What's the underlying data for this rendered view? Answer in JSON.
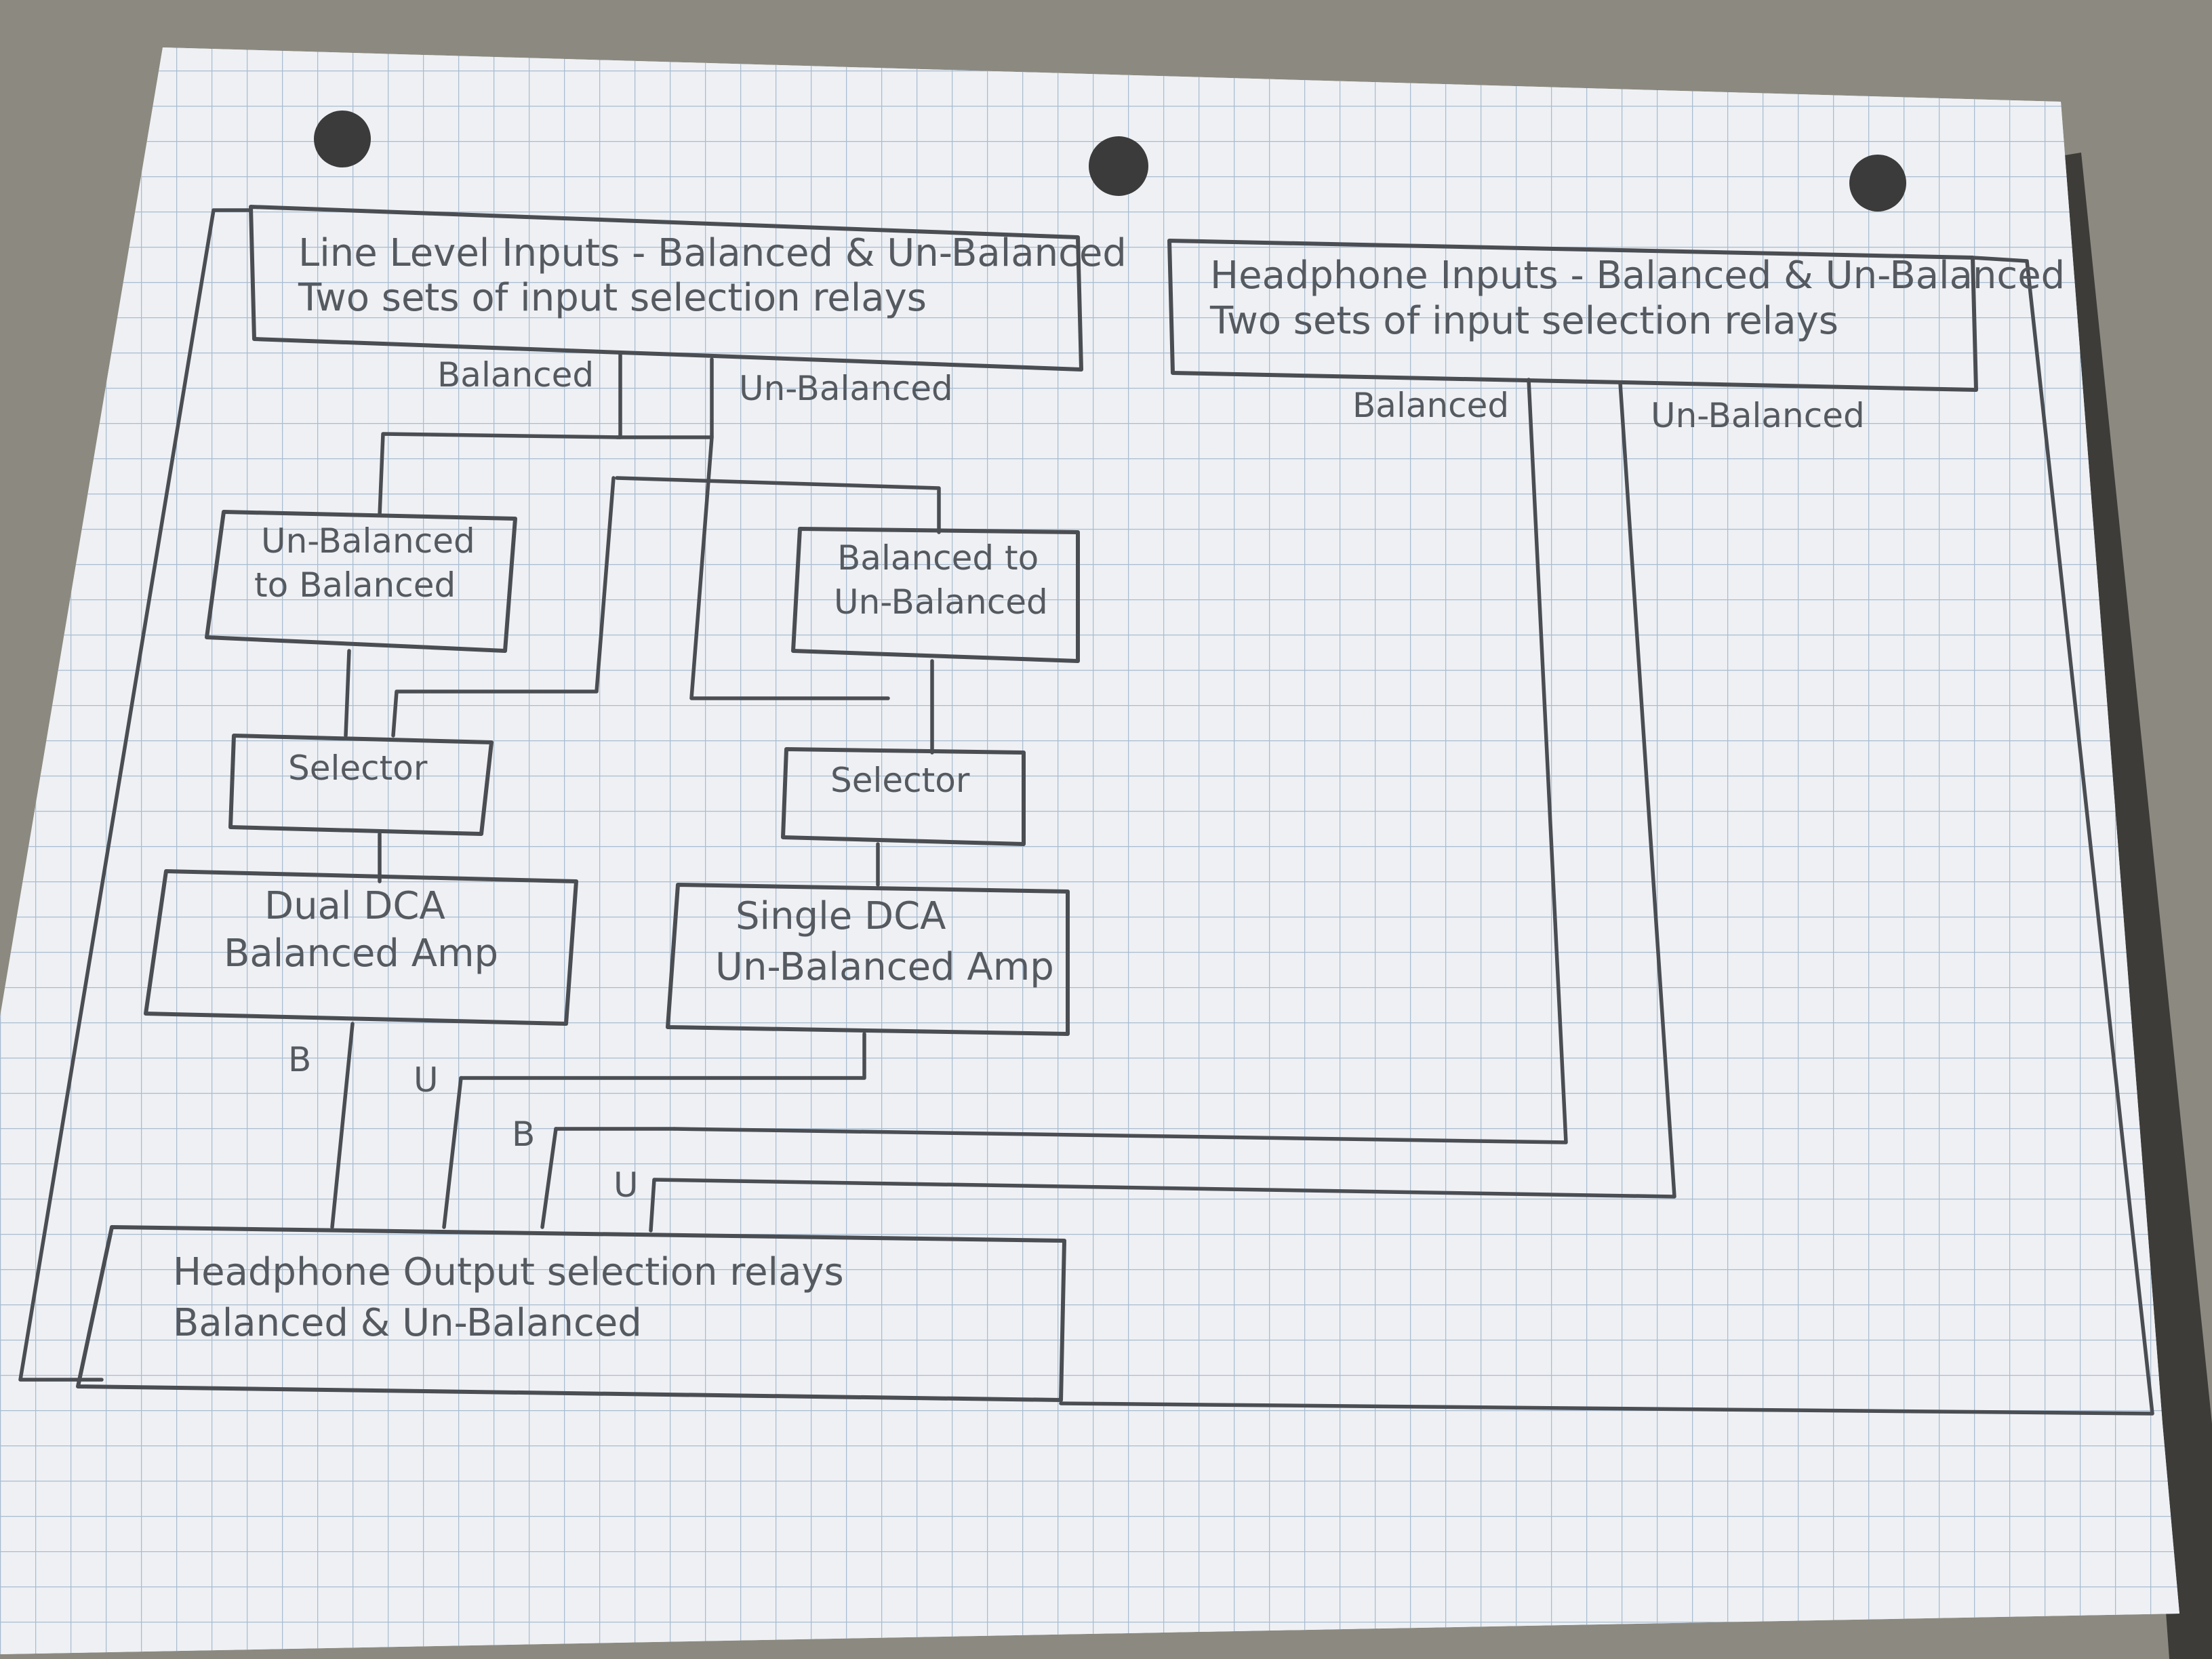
{
  "blocks": {
    "line_inputs": {
      "line1": "Line Level Inputs - Balanced & Un-Balanced",
      "line2": "Two sets of input selection relays"
    },
    "headphone_inputs": {
      "line1": "Headphone Inputs - Balanced & Un-Balanced",
      "line2": "Two sets of input selection relays"
    },
    "unbal_to_bal": {
      "line1": "Un-Balanced",
      "line2": "to Balanced"
    },
    "bal_to_unbal": {
      "line1": "Balanced to",
      "line2": "Un-Balanced"
    },
    "selector_left": {
      "label": "Selector"
    },
    "selector_right": {
      "label": "Selector"
    },
    "dual_dca": {
      "line1": "Dual DCA",
      "line2": "Balanced Amp"
    },
    "single_dca": {
      "line1": "Single DCA",
      "line2": "Un-Balanced Amp"
    },
    "headphone_output": {
      "line1": "Headphone Output selection relays",
      "line2": "Balanced & Un-Balanced"
    }
  },
  "labels": {
    "line_balanced": "Balanced",
    "line_unbalanced": "Un-Balanced",
    "hp_balanced": "Balanced",
    "hp_unbalanced": "Un-Balanced",
    "b1": "B",
    "u1": "U",
    "b2": "B",
    "u2": "U"
  },
  "colors": {
    "background": "#8c8a80",
    "paper": "#eef0f4",
    "grid": "#a9bcd0",
    "ink": "#4a4d52",
    "pencil_text": "#555a60"
  }
}
